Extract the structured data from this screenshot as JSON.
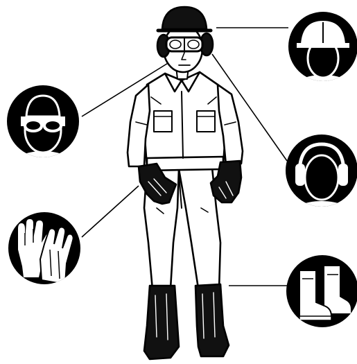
{
  "figure": {
    "subject": "worker-in-protective-equipment",
    "background_color": "#ffffff",
    "ink_color": "#000000",
    "icon_symbols": [
      {
        "id": "hard-hat",
        "icon": "hard-hat-icon",
        "side": "right"
      },
      {
        "id": "safety-glasses",
        "icon": "safety-glasses-icon",
        "side": "left"
      },
      {
        "id": "ear-protection",
        "icon": "ear-protection-icon",
        "side": "right"
      },
      {
        "id": "protective-gloves",
        "icon": "gloves-icon",
        "side": "left"
      },
      {
        "id": "safety-boots",
        "icon": "boots-icon",
        "side": "right"
      }
    ]
  }
}
